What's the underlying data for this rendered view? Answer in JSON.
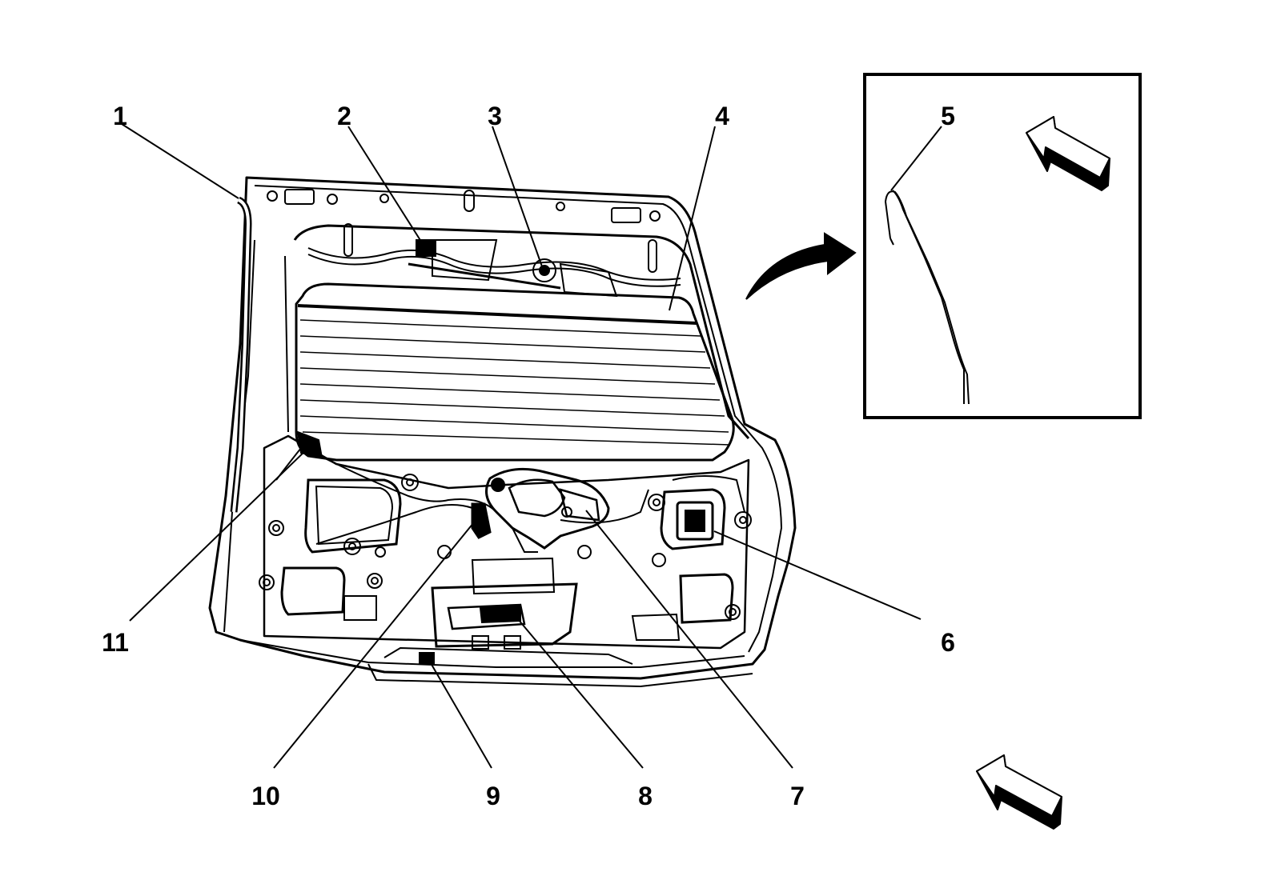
{
  "callouts": {
    "c1": "1",
    "c2": "2",
    "c3": "3",
    "c4": "4",
    "c5": "5",
    "c6": "6",
    "c7": "7",
    "c8": "8",
    "c9": "9",
    "c10": "10",
    "c11": "11"
  },
  "colors": {
    "ink": "#000000",
    "paper": "#ffffff"
  },
  "icons": [
    "view-direction-arrow-icon",
    "curved-detail-arrow-icon"
  ]
}
